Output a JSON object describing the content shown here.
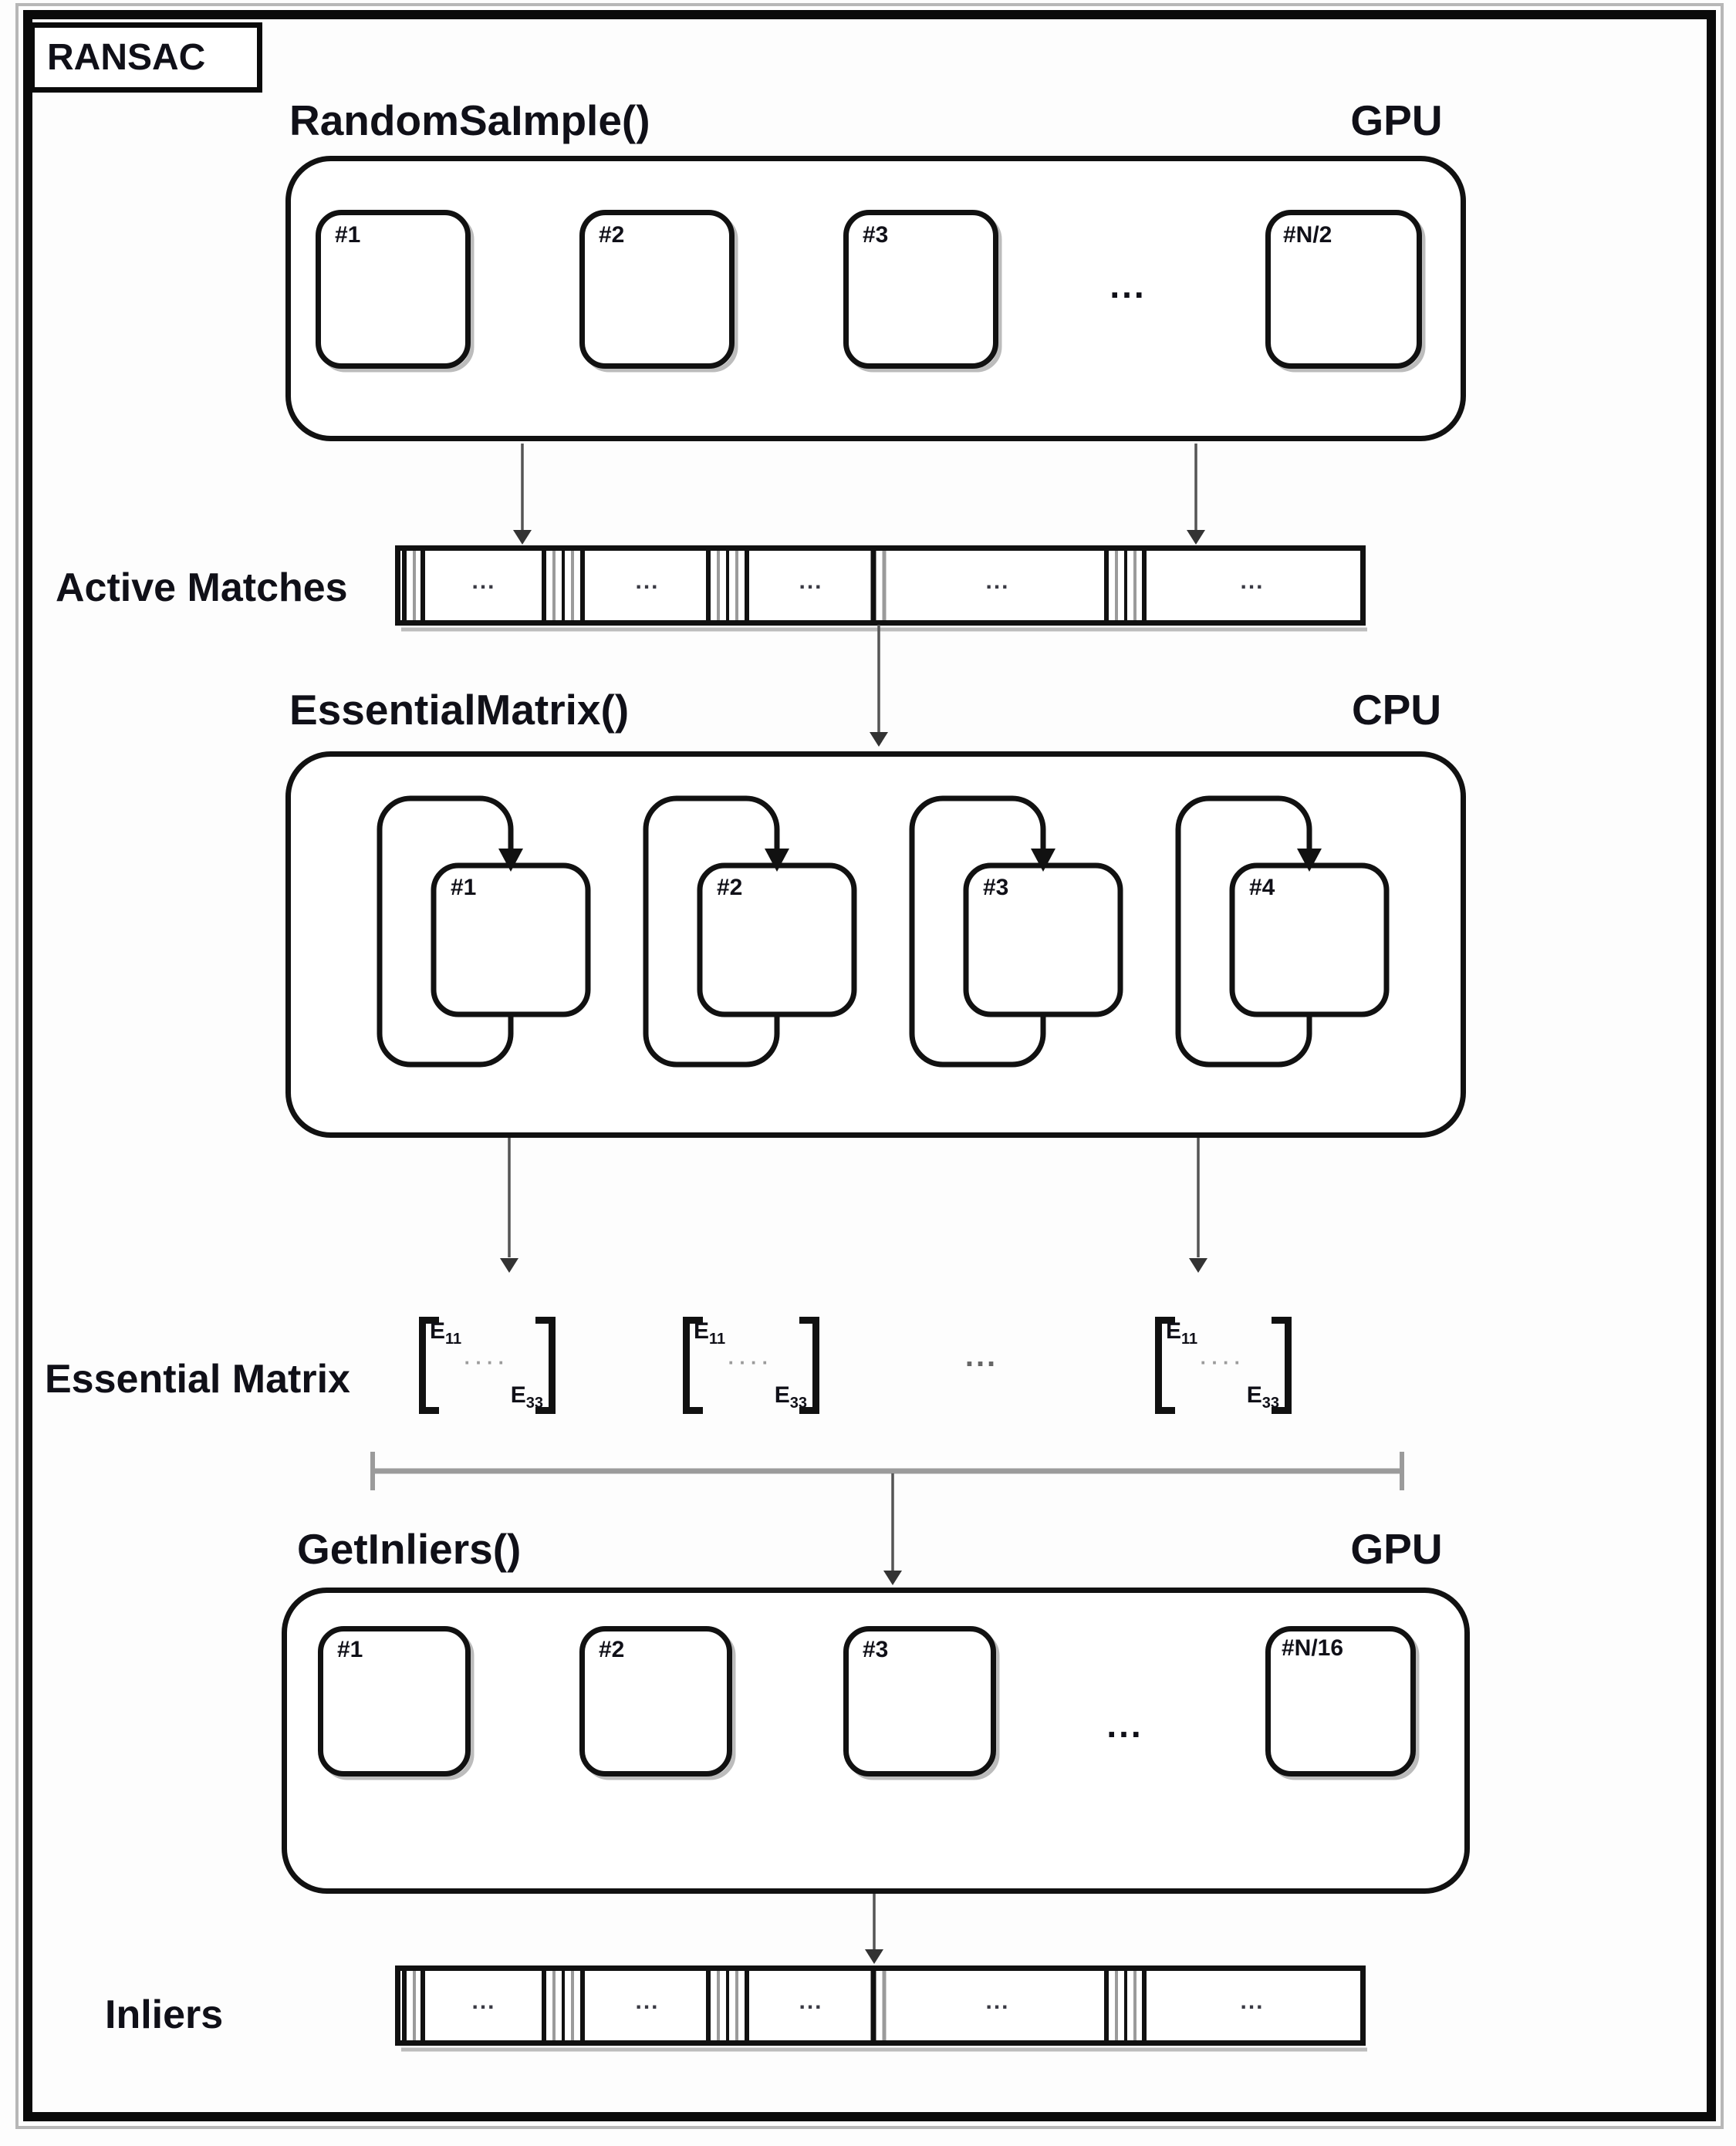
{
  "page": {
    "title": "RANSAC"
  },
  "colors": {
    "ink": "#111111",
    "gray": "#9b9b9b",
    "shadow": "#bcbcbc"
  },
  "random_sample": {
    "fn": "RandomSaImple()",
    "proc": "GPU",
    "blocks": [
      "#1",
      "#2",
      "#3",
      "#N/2"
    ],
    "dots": "..."
  },
  "active_matches": {
    "label": "Active Matches",
    "cells": [
      "...",
      "...",
      "...",
      "...",
      "..."
    ]
  },
  "essential_fn": {
    "fn": "EssentialMatrix()",
    "proc": "CPU",
    "blocks": [
      "#1",
      "#2",
      "#3",
      "#4"
    ]
  },
  "essential_row": {
    "label": "Essential Matrix",
    "dots": "...",
    "matrices": [
      {
        "e_top": "E",
        "e_top_sub": "11",
        "mid": "····",
        "e_bot": "E",
        "e_bot_sub": "33"
      },
      {
        "e_top": "E",
        "e_top_sub": "11",
        "mid": "····",
        "e_bot": "E",
        "e_bot_sub": "33"
      },
      {
        "e_top": "E",
        "e_top_sub": "11",
        "mid": "····",
        "e_bot": "E",
        "e_bot_sub": "33"
      }
    ]
  },
  "get_inliers": {
    "fn": "GetInliers()",
    "proc": "GPU",
    "blocks": [
      "#1",
      "#2",
      "#3",
      "#N/16"
    ],
    "dots": "..."
  },
  "inliers": {
    "label": "Inliers",
    "cells": [
      "...",
      "...",
      "...",
      "...",
      "..."
    ]
  }
}
